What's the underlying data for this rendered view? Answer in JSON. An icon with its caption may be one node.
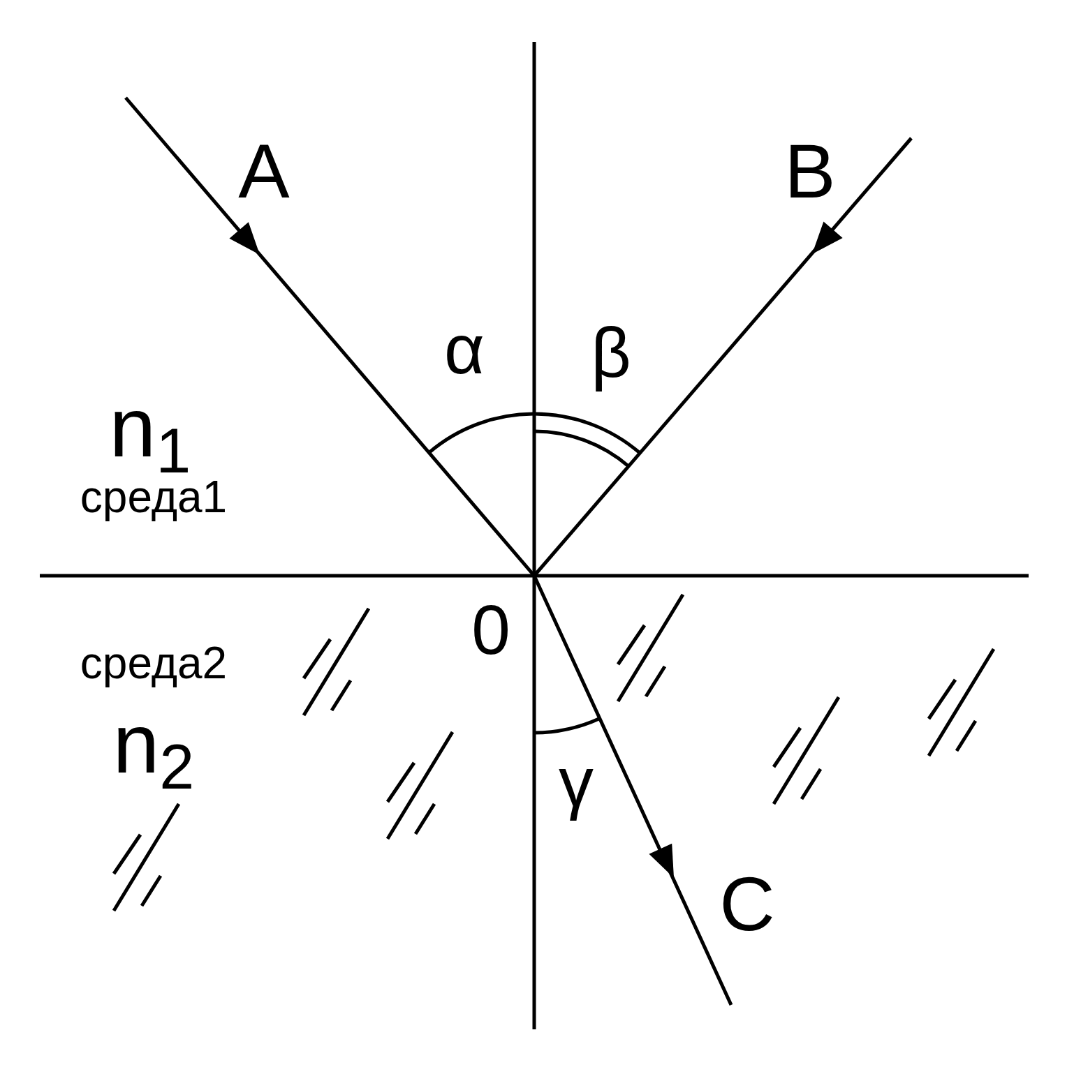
{
  "diagram": {
    "labels": [
      "A",
      "B",
      "α",
      "β",
      "n$_{1}$",
      "среда1",
      "0",
      "среда2",
      "n$_{2}$",
      "γ",
      "C"
    ]
  }
}
